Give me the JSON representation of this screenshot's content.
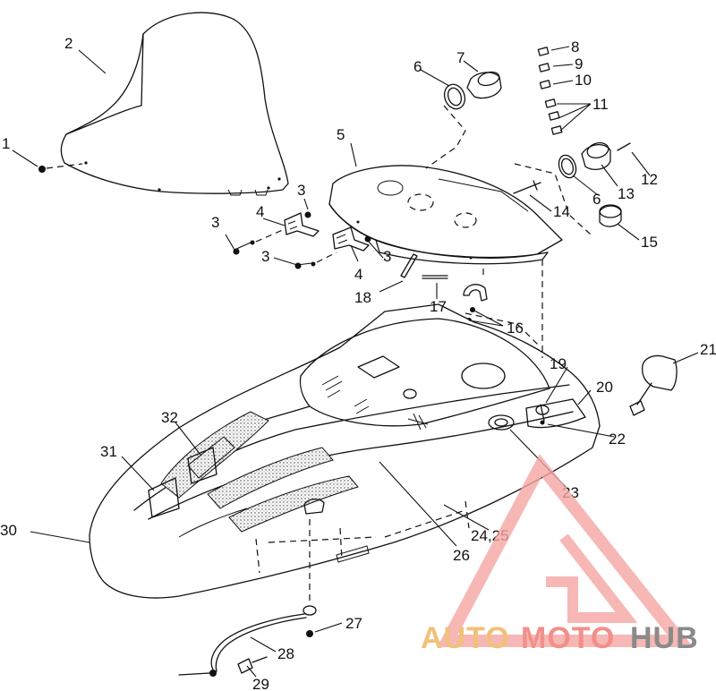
{
  "labels": {
    "l1": "1",
    "l2": "2",
    "l3a": "3",
    "l3b": "3",
    "l3c": "3",
    "l3d": "3",
    "l4a": "4",
    "l4b": "4",
    "l5": "5",
    "l6a": "6",
    "l6b": "6",
    "l7": "7",
    "l8": "8",
    "l9": "9",
    "l10": "10",
    "l11": "11",
    "l12": "12",
    "l13": "13",
    "l14": "14",
    "l15": "15",
    "l16": "16",
    "l17": "17",
    "l18": "18",
    "l19": "19",
    "l20": "20",
    "l21": "21",
    "l22": "22",
    "l23": "23",
    "l2425": "24,25",
    "l26": "26",
    "l27": "27",
    "l28": "28",
    "l29": "29",
    "l30": "30",
    "l31": "31",
    "l32": "32"
  },
  "watermark": {
    "part_a": "AUTO",
    "part_b": "MOTO",
    "part_c": "HUB",
    "color_a": "#f2c07a",
    "color_b": "#f28f8a",
    "color_c": "#8a8a8a",
    "logo_color": "#f4a5a2"
  }
}
